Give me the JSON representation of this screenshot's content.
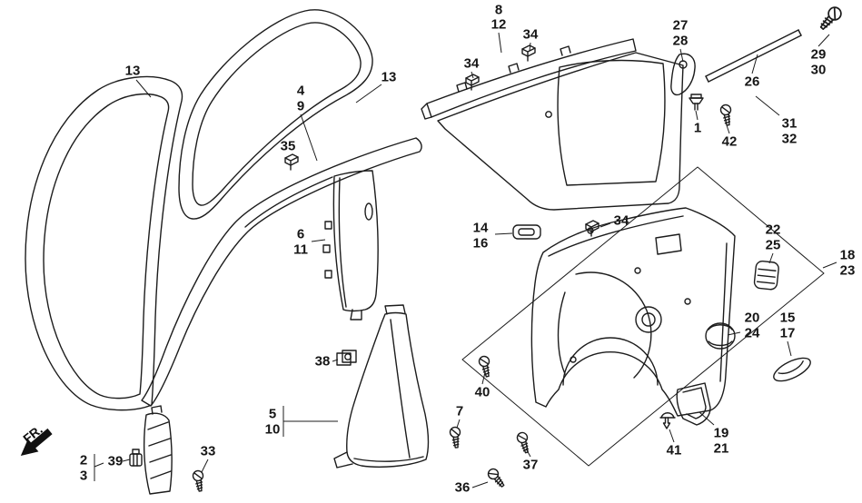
{
  "diagram": {
    "fr_label": "FR.",
    "callouts": {
      "c13_left": "13",
      "c13_right": "13",
      "c8": "8",
      "c12": "12",
      "c34_a": "34",
      "c34_b": "34",
      "c34_c": "34",
      "c27": "27",
      "c28": "28",
      "c29": "29",
      "c30": "30",
      "c26": "26",
      "c31": "31",
      "c32": "32",
      "c42": "42",
      "c1": "1",
      "c4": "4",
      "c9": "9",
      "c35": "35",
      "c14": "14",
      "c16": "16",
      "c22": "22",
      "c25": "25",
      "c18": "18",
      "c23": "23",
      "c6": "6",
      "c11": "11",
      "c20": "20",
      "c24": "24",
      "c15": "15",
      "c17": "17",
      "c38": "38",
      "c40": "40",
      "c5": "5",
      "c10": "10",
      "c7": "7",
      "c19": "19",
      "c21": "21",
      "c41": "41",
      "c2": "2",
      "c3": "3",
      "c39": "39",
      "c33": "33",
      "c36": "36",
      "c37": "37"
    },
    "colors": {
      "line": "#1c1c1c",
      "background": "#ffffff"
    }
  }
}
